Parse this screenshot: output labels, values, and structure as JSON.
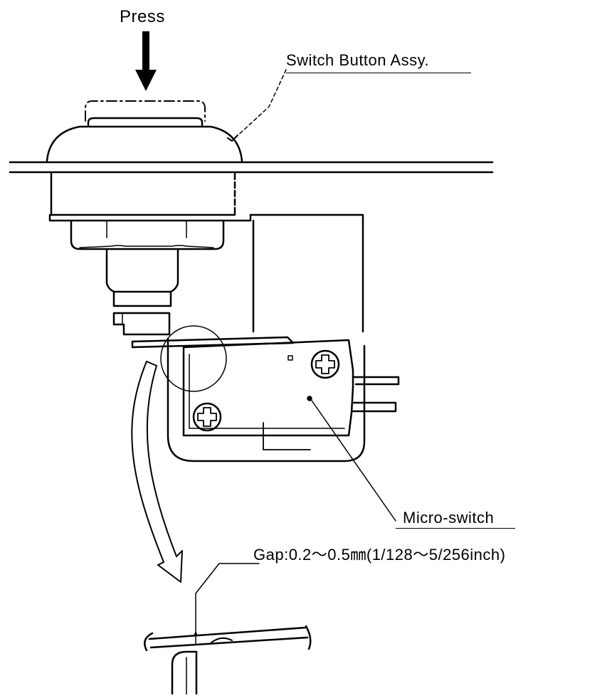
{
  "labels": {
    "press": "Press",
    "switch_button_assy": "Switch Button Assy.",
    "micro_switch": "Micro-switch",
    "gap": "Gap:0.2～0.5㎜(1/128～5/256inch)"
  }
}
